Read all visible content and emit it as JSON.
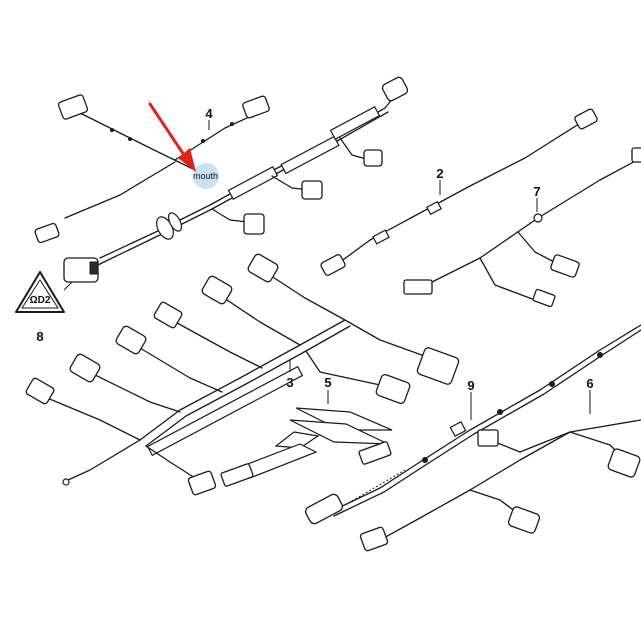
{
  "diagram": {
    "callouts": [
      "4",
      "2",
      "7",
      "8",
      "3",
      "5",
      "9",
      "6"
    ],
    "annotation_text": "mouth",
    "warning_label_text": "ΩD2",
    "arrow_color": "#e0221c",
    "highlight_color": "#9cc9ea"
  }
}
